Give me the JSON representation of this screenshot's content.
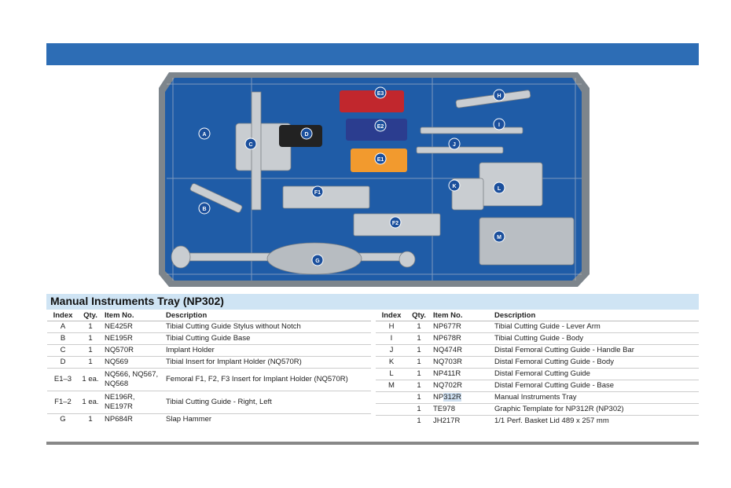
{
  "title": "Manual Instruments Tray (NP302)",
  "colors": {
    "bar": "#2d6db5",
    "header_bg": "#cfe4f4",
    "tray_blue": "#1f5ca7",
    "marker": "#1b4f9c"
  },
  "photo_labels": [
    "A",
    "B",
    "C",
    "D",
    "E1",
    "E2",
    "E3",
    "F1",
    "F2",
    "G",
    "H",
    "I",
    "J",
    "K",
    "L",
    "M"
  ],
  "headers": {
    "index": "Index",
    "qty": "Qty.",
    "item": "Item No.",
    "desc": "Description"
  },
  "left_rows": [
    {
      "index": "A",
      "qty": "1",
      "item": "NE425R",
      "desc": "Tibial Cutting Guide Stylus without Notch"
    },
    {
      "index": "B",
      "qty": "1",
      "item": "NE195R",
      "desc": "Tibial Cutting Guide Base"
    },
    {
      "index": "C",
      "qty": "1",
      "item": "NQ570R",
      "desc": "Implant Holder"
    },
    {
      "index": "D",
      "qty": "1",
      "item": "NQ569",
      "desc": "Tibial Insert for Implant Holder (NQ570R)"
    },
    {
      "index": "E1–3",
      "qty": "1 ea.",
      "item_line1": "NQ566, NQ567,",
      "item_line2": "NQ568",
      "desc": "Femoral F1, F2, F3 Insert for Implant Holder (NQ570R)"
    },
    {
      "index": "F1–2",
      "qty": "1 ea.",
      "item_line1": "NE196R,",
      "item_line2": "NE197R",
      "desc": "Tibial Cutting Guide - Right, Left"
    },
    {
      "index": "G",
      "qty": "1",
      "item": "NP684R",
      "desc": "Slap Hammer"
    }
  ],
  "right_rows": [
    {
      "index": "H",
      "qty": "1",
      "item": "NP677R",
      "desc": "Tibial Cutting Guide - Lever Arm"
    },
    {
      "index": "I",
      "qty": "1",
      "item": "NP678R",
      "desc": "Tibial Cutting Guide - Body"
    },
    {
      "index": "J",
      "qty": "1",
      "item": "NQ474R",
      "desc": "Distal Femoral Cutting Guide - Handle Bar"
    },
    {
      "index": "K",
      "qty": "1",
      "item": "NQ703R",
      "desc": "Distal Femoral Cutting Guide - Body"
    },
    {
      "index": "L",
      "qty": "1",
      "item": "NP411R",
      "desc": "Distal Femoral Cutting Guide"
    },
    {
      "index": "M",
      "qty": "1",
      "item": "NQ702R",
      "desc": "Distal Femoral Cutting Guide - Base"
    },
    {
      "index": "",
      "qty": "1",
      "item_pre": "NP",
      "item_hl": "312R",
      "desc": "Manual Instruments Tray"
    },
    {
      "index": "",
      "qty": "1",
      "item": "TE978",
      "desc": "Graphic Template for NP312R (NP302)"
    },
    {
      "index": "",
      "qty": "1",
      "item": "JH217R",
      "desc": "1/1 Perf. Basket Lid 489 x 257 mm"
    }
  ]
}
